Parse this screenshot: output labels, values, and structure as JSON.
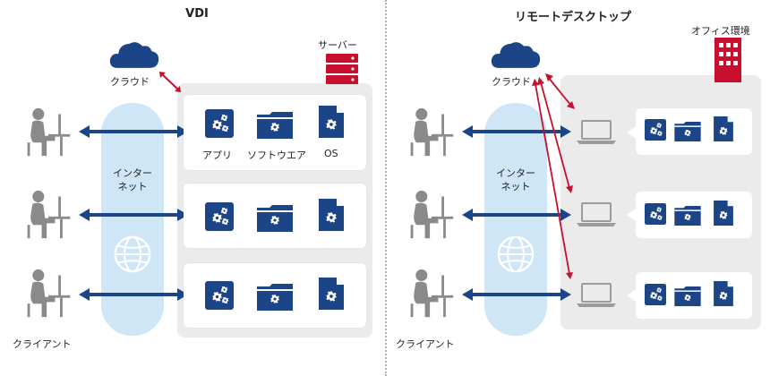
{
  "vdi": {
    "title": "VDI",
    "server_label": "サーバー",
    "cloud_label": "クラウド",
    "internet_label_1": "インター",
    "internet_label_2": "ネット",
    "client_label": "クライアント",
    "app_labels": [
      "アプリ",
      "ソフトウエア",
      "OS"
    ]
  },
  "remote": {
    "title": "リモートデスクトップ",
    "office_label": "オフィス環境",
    "cloud_label": "クラウド",
    "internet_label_1": "インター",
    "internet_label_2": "ネット",
    "client_label": "クライアント"
  },
  "colors": {
    "navy": "#1c4587",
    "red": "#c8102e",
    "light_blue": "#cfe6f7",
    "panel_gray": "#ebebeb",
    "person_gray": "#8a8a8a"
  },
  "icons": [
    "person-at-desk-icon",
    "cloud-icon",
    "server-icon",
    "office-building-icon",
    "laptop-icon",
    "gears-app-icon",
    "folder-icon",
    "document-icon",
    "globe-icon"
  ]
}
